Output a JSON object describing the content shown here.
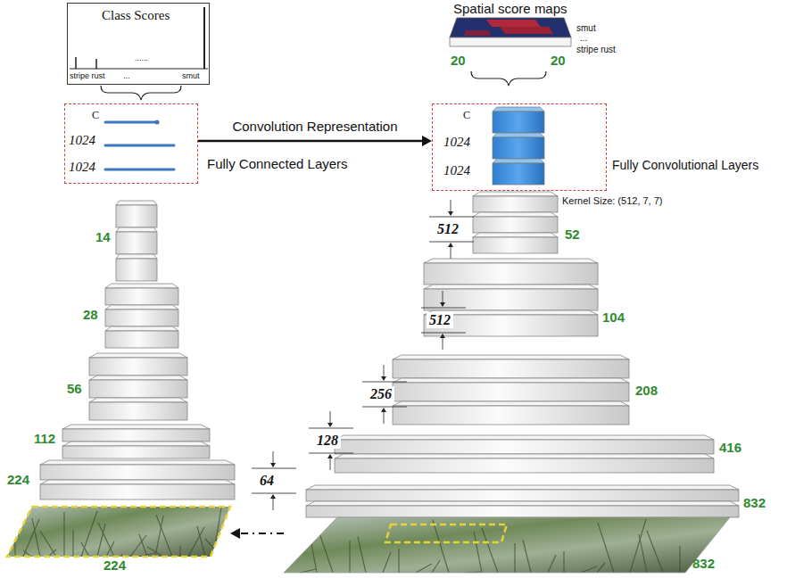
{
  "diagram": {
    "nodes": [
      {
        "text": [
          "Class Scores",
          "stripe rust",
          "......",
          "...",
          "smut"
        ]
      },
      {
        "text": [
          "C",
          "1024",
          "1024"
        ]
      },
      {
        "text": [
          "C",
          "1024",
          "1024"
        ]
      },
      {
        "text": [
          "224"
        ]
      },
      {
        "text": [
          "832"
        ]
      }
    ],
    "edges": [
      {
        "from": 1,
        "to": 2,
        "arrow": "to",
        "label": "Convolution Representation"
      },
      {
        "from": 4,
        "to": 3,
        "arrow": "to"
      }
    ],
    "labels": [
      "Fully Connected Layers",
      "Fully Convolutional Layers",
      "Kernel Size: (512, 7, 7)",
      "Spatial score maps",
      "smut",
      "...",
      "stripe rust",
      "20",
      "20",
      "14",
      "28",
      "56",
      "112",
      "224",
      "52",
      "104",
      "208",
      "416",
      "832",
      "512",
      "512",
      "256",
      "128",
      "64"
    ]
  }
}
